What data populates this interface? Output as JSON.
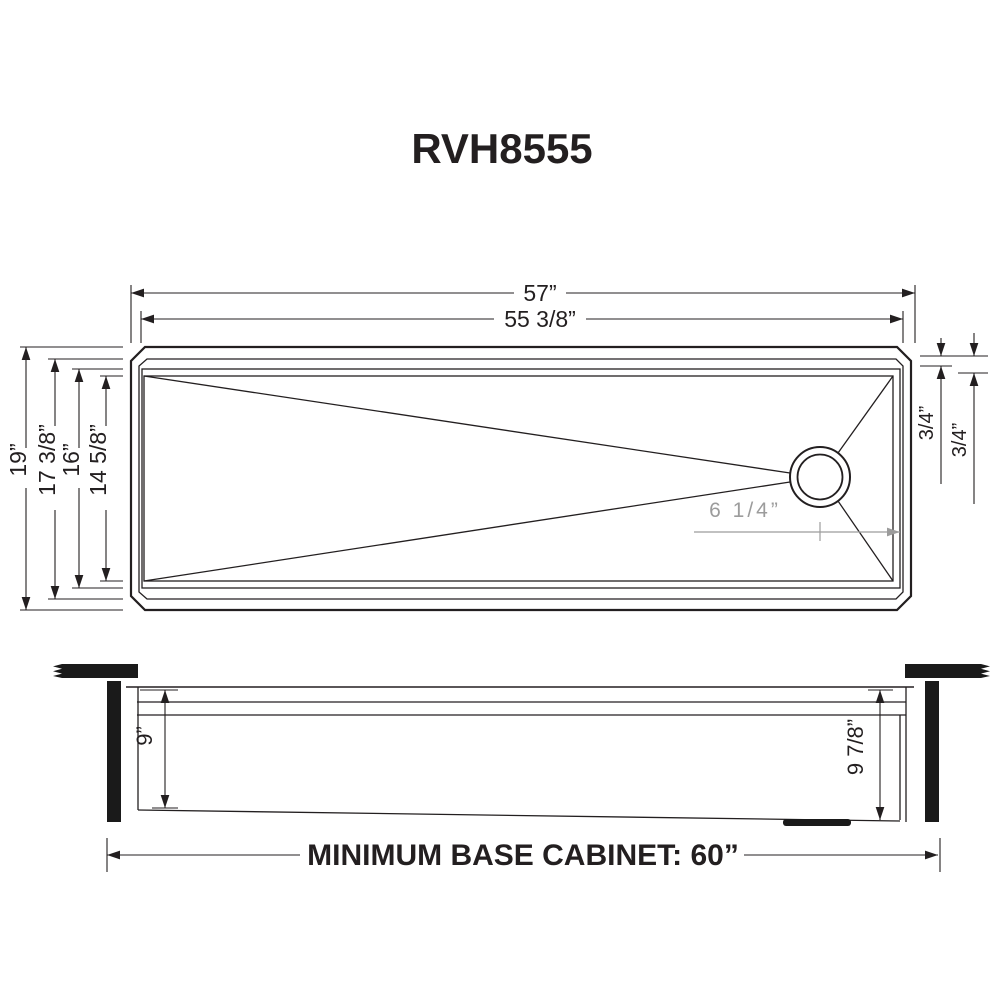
{
  "title": "RVH8555",
  "colors": {
    "line": "#231f20",
    "dim_gray": "#9c9c9c",
    "background": "#ffffff"
  },
  "top_view": {
    "overall_width": "57”",
    "inner_width": "55 3/8”",
    "overall_depth": "19”",
    "rim_depth": "17 3/8”",
    "bowl_top_depth": "16”",
    "bowl_bottom_depth": "14 5/8”",
    "rim_offset_a": "3/4”",
    "rim_offset_b": "3/4”",
    "drain_offset": "6 1/4”"
  },
  "side_view": {
    "bowl_depth_left": "9”",
    "bowl_depth_right": "9 7/8”",
    "cabinet_note": "MINIMUM BASE CABINET: 60”"
  }
}
